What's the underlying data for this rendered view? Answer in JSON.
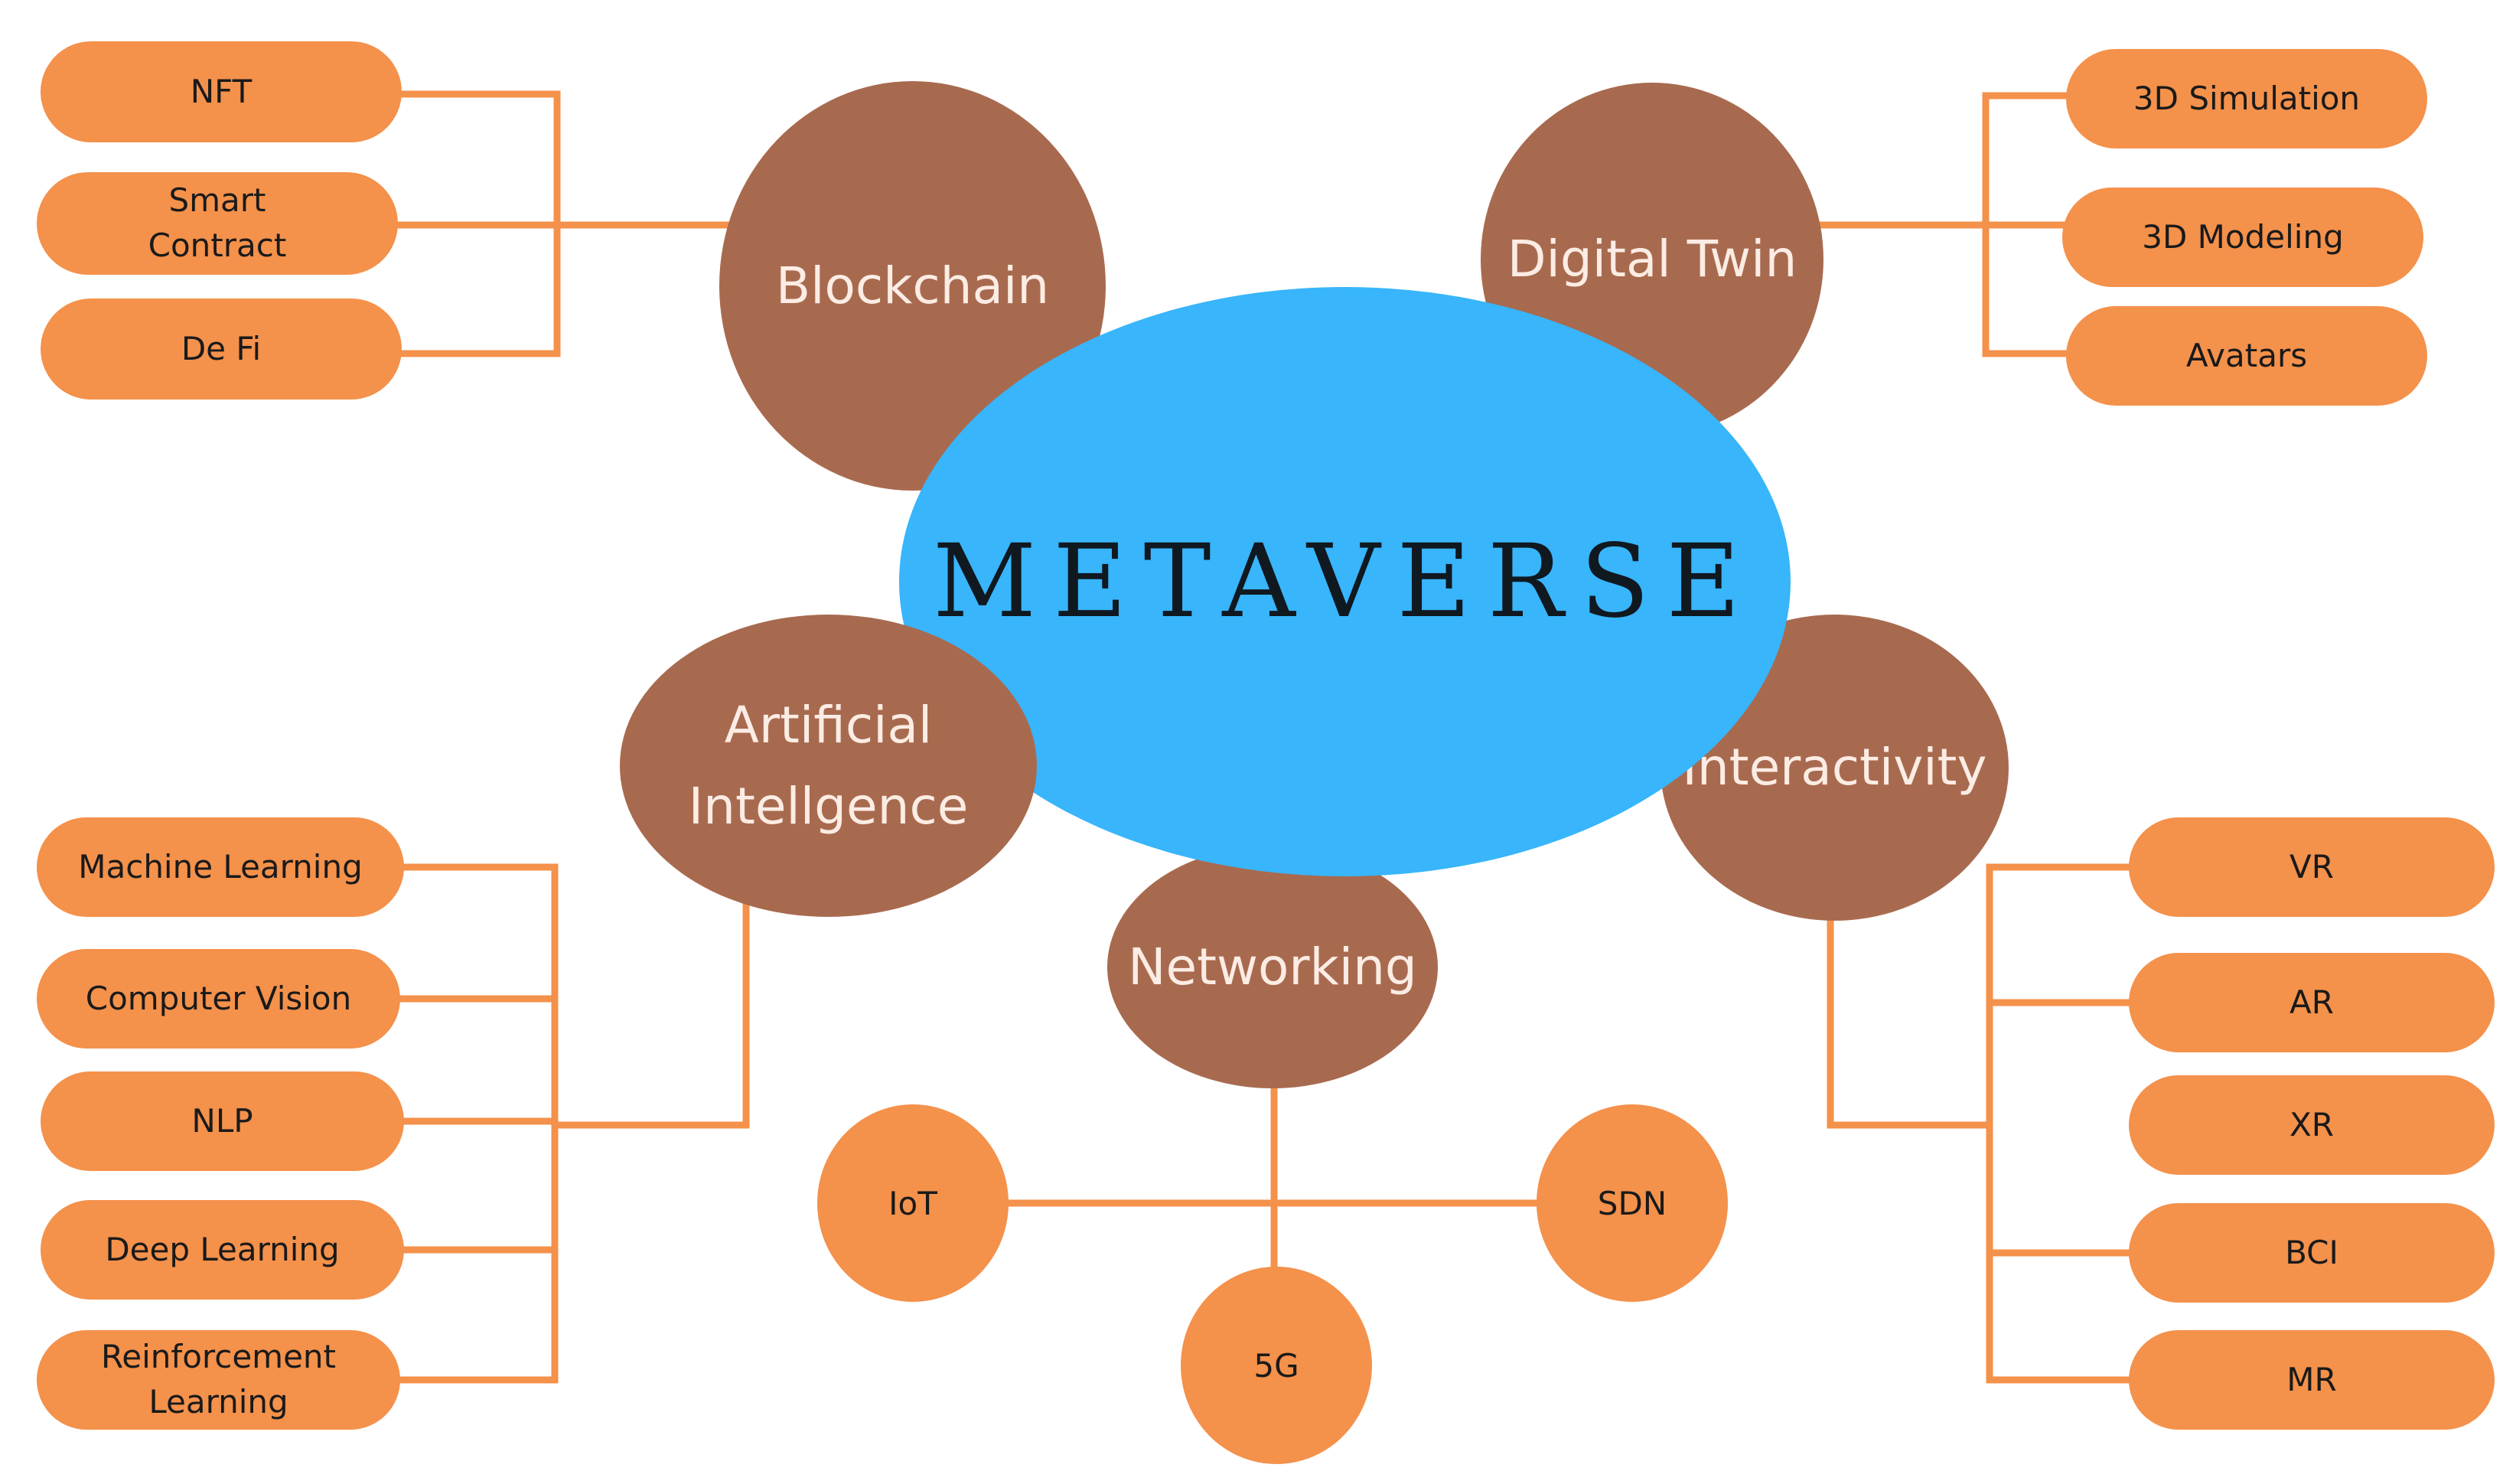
{
  "diagram": {
    "center": "METAVERSE",
    "topics": {
      "blockchain": "Blockchain",
      "digital_twin": "Digital Twin",
      "ai": [
        "Artificial",
        "Intellgence"
      ],
      "interactivity": "Interactivity",
      "networking": "Networking"
    },
    "blockchain_items": {
      "nft": "NFT",
      "smart_contract": [
        "Smart",
        "Contract"
      ],
      "defi": "De Fi"
    },
    "digital_twin_items": {
      "sim": "3D Simulation",
      "modeling": "3D Modeling",
      "avatars": "Avatars"
    },
    "ai_items": {
      "ml": "Machine Learning",
      "cv": "Computer Vision",
      "nlp": "NLP",
      "dl": "Deep Learning",
      "rl": [
        "Reinforcement",
        "Learning"
      ]
    },
    "interactivity_items": {
      "vr": "VR",
      "ar": "AR",
      "xr": "XR",
      "bci": "BCI",
      "mr": "MR"
    },
    "networking_items": {
      "iot": "IoT",
      "sdn": "SDN",
      "fiveg": "5G"
    }
  },
  "colors": {
    "connector": "#f4914b",
    "leaf": "#f4914b",
    "topic": "#a86a4f",
    "center": "#38b5fb"
  }
}
